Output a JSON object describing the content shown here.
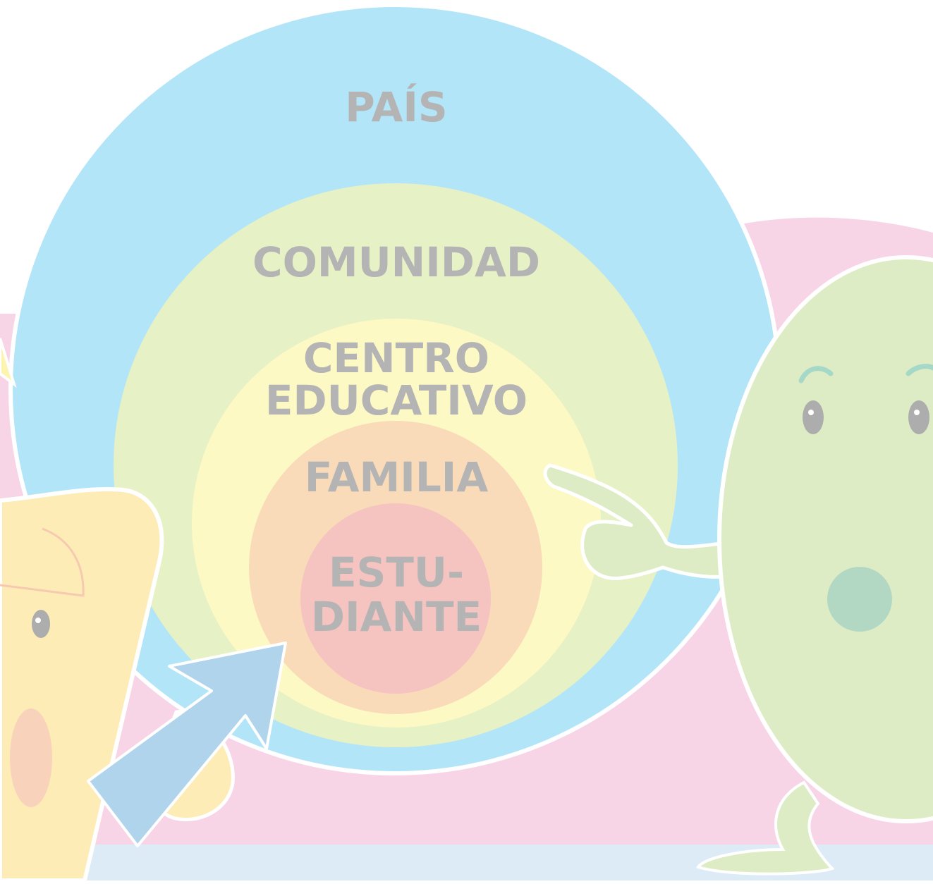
{
  "diagram": {
    "levels": [
      {
        "id": "pais",
        "label": "PAÍS",
        "color": "#b3e5f8"
      },
      {
        "id": "comunidad",
        "label": "COMUNIDAD",
        "color": "#e7f1c6"
      },
      {
        "id": "centro",
        "label_line1": "CENTRO",
        "label_line2": "EDUCATIVO",
        "color": "#fdf9c4"
      },
      {
        "id": "familia",
        "label": "FAMILIA",
        "color": "#f9dbb9"
      },
      {
        "id": "estudiante",
        "label_line1": "ESTU-",
        "label_line2": "DIANTE",
        "color": "#f6c4c0"
      }
    ]
  },
  "colors": {
    "pink_backdrop": "#f7d5e6",
    "floor": "#dcebf5",
    "arrow": "#b0d4ec",
    "character_left": "#fdecb6",
    "character_right": "#deecc5",
    "mouth_left": "#f8d2ba",
    "mouth_right": "#b2d8c4",
    "eye": "#adadad",
    "brow": "#a6d8c8",
    "outline": "#ffffff"
  },
  "characters": [
    {
      "name": "left-character",
      "icon": "yellow-block-character"
    },
    {
      "name": "right-character",
      "icon": "green-oval-character"
    }
  ]
}
